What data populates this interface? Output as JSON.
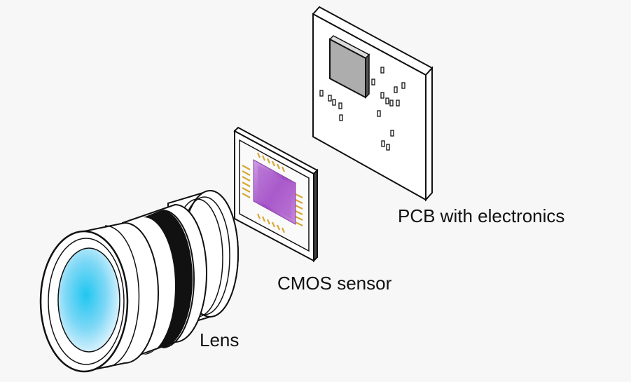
{
  "labels": {
    "pcb": "PCB with electronics",
    "cmos": "CMOS sensor",
    "lens": "Lens"
  },
  "colors": {
    "background": "#f7f7f7",
    "outline": "#111111",
    "pcb_board": "#ffffff",
    "pcb_chip": "#b0b0b0",
    "sensor_frame": "#ffffff",
    "sensor_die": "#b25fcf",
    "sensor_pins": "#e7c35a",
    "lens_glass": "#1fc3ee",
    "lens_band": "#111111"
  }
}
